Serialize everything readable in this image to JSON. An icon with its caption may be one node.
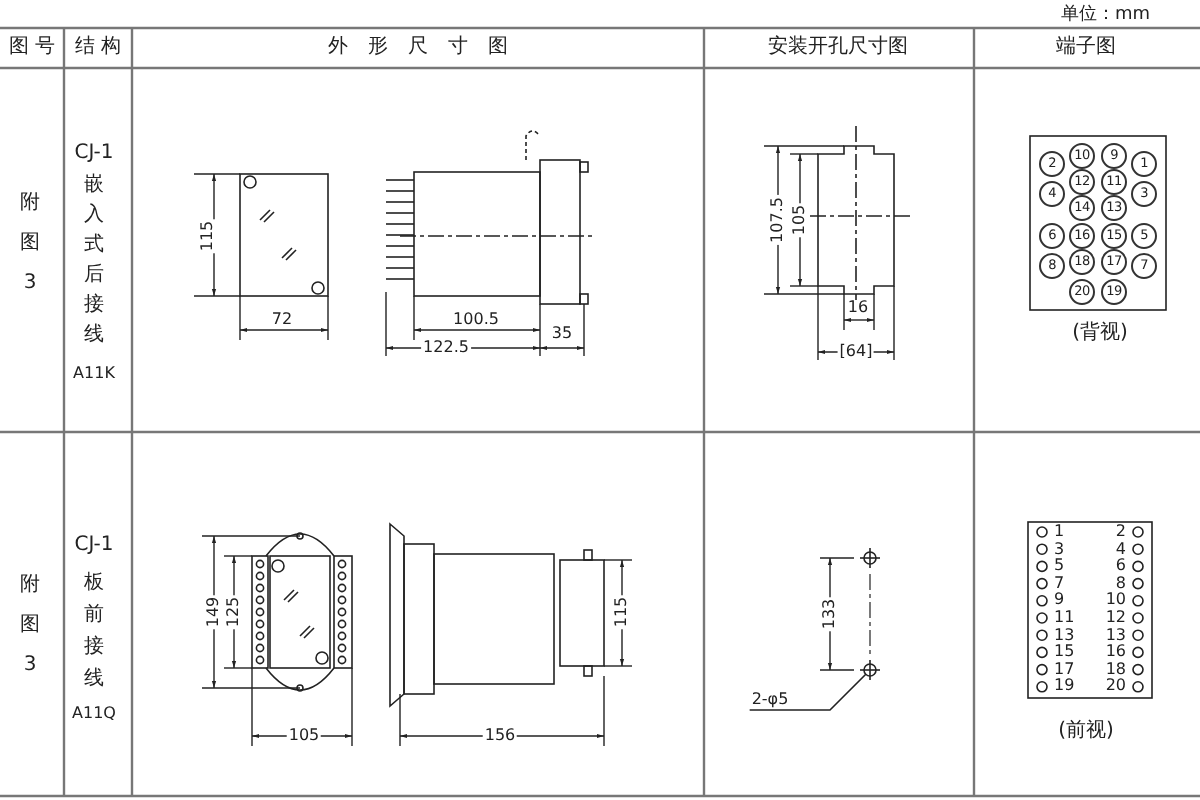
{
  "diagram": {
    "nodes": [
      {
        "text": [
          "2"
        ]
      },
      {
        "text": [
          "10"
        ]
      },
      {
        "text": [
          "9"
        ]
      },
      {
        "text": [
          "1"
        ]
      },
      {
        "text": [
          "12"
        ]
      },
      {
        "text": [
          "11"
        ]
      },
      {
        "text": [
          "4"
        ]
      },
      {
        "text": [
          "3"
        ]
      },
      {
        "text": [
          "14"
        ]
      },
      {
        "text": [
          "13"
        ]
      },
      {
        "text": [
          "6"
        ]
      },
      {
        "text": [
          "16"
        ]
      },
      {
        "text": [
          "15"
        ]
      },
      {
        "text": [
          "5"
        ]
      },
      {
        "text": [
          "18"
        ]
      },
      {
        "text": [
          "17"
        ]
      },
      {
        "text": [
          "8"
        ]
      },
      {
        "text": [
          "7"
        ]
      },
      {
        "text": [
          "20"
        ]
      },
      {
        "text": [
          "19"
        ]
      },
      {
        "text": [],
        "shape": "circle"
      },
      {
        "text": [
          "2-φ5"
        ]
      }
    ],
    "edges": [
      {
        "from": 21,
        "to": 20,
        "arrow": "none"
      }
    ],
    "labels": [
      "单位：mm",
      "图号",
      "结构",
      "外形尺寸图",
      "安装开孔尺寸图",
      "端子图",
      "附图3",
      "CJ-1",
      "嵌入式后接线",
      "A11K",
      "115",
      "72",
      "100.5",
      "122.5",
      "35",
      "107.5",
      "105",
      "16",
      "[64]",
      "(背视)",
      "附图3",
      "CJ-1",
      "板前接线",
      "A11Q",
      "149",
      "125",
      "105",
      "115",
      "156",
      "133",
      "1",
      "2",
      "3",
      "4",
      "5",
      "6",
      "7",
      "8",
      "9",
      "10",
      "11",
      "12",
      "13",
      "13",
      "15",
      "16",
      "17",
      "18",
      "19",
      "20",
      "(前视)"
    ]
  }
}
